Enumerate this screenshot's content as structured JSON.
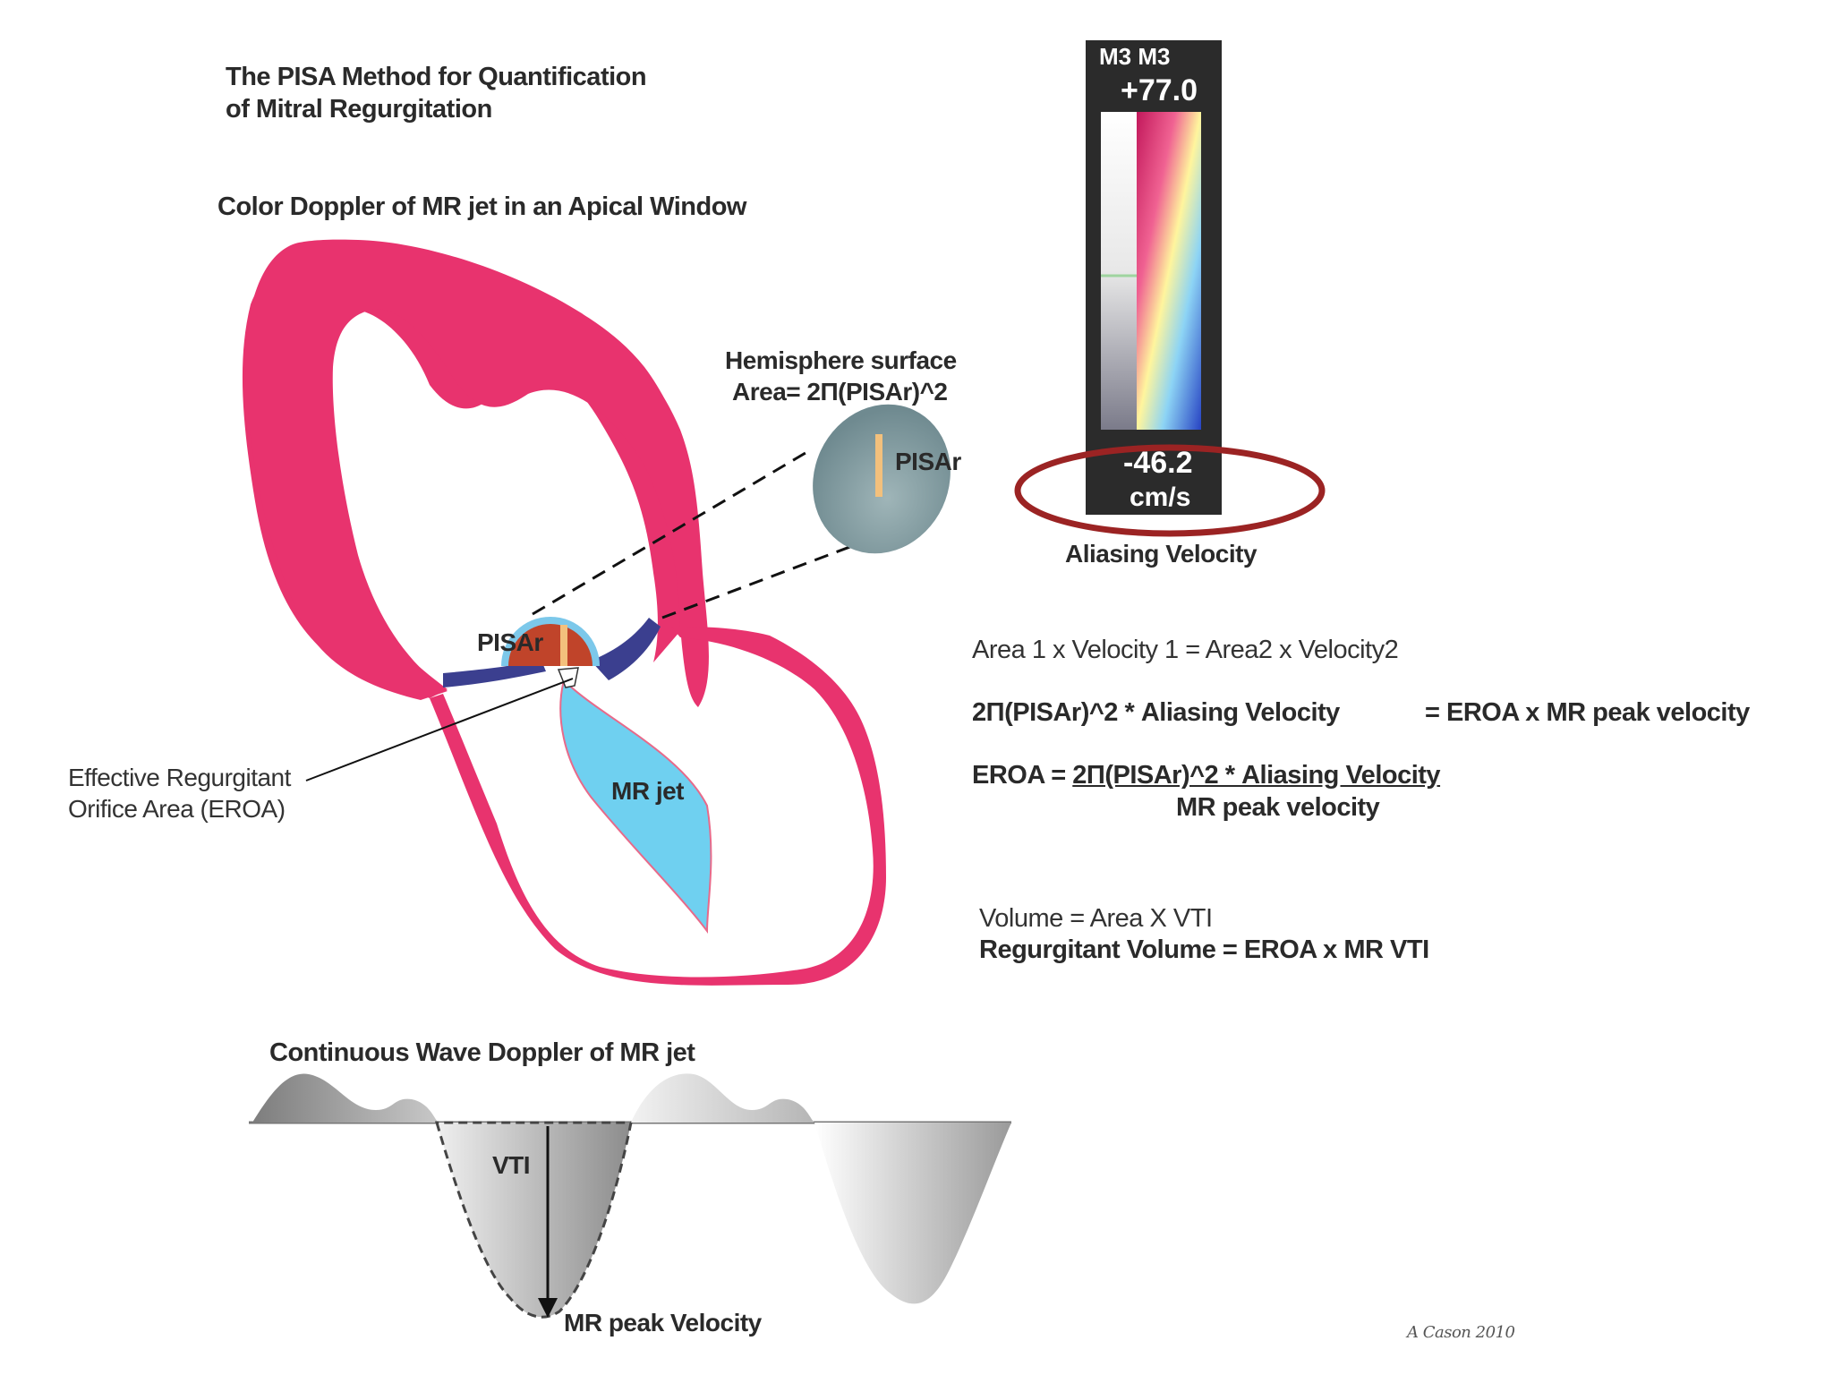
{
  "title_line1": "The PISA Method for Quantification",
  "title_line2": "of Mitral Regurgitation",
  "color_doppler_heading": "Color Doppler of MR jet in an Apical Window",
  "hemisphere_line1": "Hemisphere surface",
  "hemisphere_line2": "Area= 2Π(PISAr)^2",
  "pisar_label_zoom": "PISAr",
  "pisar_label_heart": "PISAr",
  "mr_jet_label": "MR jet",
  "eroa_label_line1": "Effective Regurgitant",
  "eroa_label_line2": "Orifice Area (EROA)",
  "color_scale": {
    "top_label": "M3 M3",
    "max_value": "+77.0",
    "min_value": "-46.2",
    "unit": "cm/s",
    "caption": "Aliasing Velocity",
    "highlight_color": "#9b2323"
  },
  "equations": {
    "eq1": "Area 1 x Velocity 1 = Area2 x Velocity2",
    "eq2_left": "2Π(PISAr)^2 * Aliasing Velocity",
    "eq2_right": "= EROA x MR peak velocity",
    "eq3_prefix": "EROA = ",
    "eq3_numerator": "2Π(PISAr)^2 * Aliasing Velocity",
    "eq3_denominator": "MR peak velocity",
    "eq4": "Volume = Area X VTI",
    "eq5": "Regurgitant Volume = EROA x MR VTI"
  },
  "cw_doppler_heading": "Continuous Wave Doppler of MR jet",
  "vti_label": "VTI",
  "mr_peak_velocity_label": "MR peak Velocity",
  "signature": "A Cason 2010",
  "colors": {
    "myocardium": "#e8336e",
    "mr_jet": "#6fd0f0",
    "pisa": "#c0442a",
    "mitral_leaflet": "#3b3f8f",
    "highlight": "#9b2323"
  }
}
